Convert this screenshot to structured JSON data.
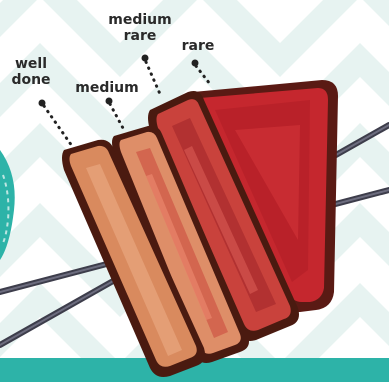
{
  "labels": {
    "well_done": [
      "well",
      "done"
    ],
    "medium": "medium",
    "medium_rare": [
      "medium",
      "rare"
    ],
    "rare": "rare"
  },
  "colors": {
    "background_pattern": "#e7f3f1",
    "teal": "#2db3a8",
    "skewer": "#4b4b5a",
    "outline": "#4a1a10",
    "well_done_meat": "#d98a5e",
    "medium_meat": "#de8e68",
    "medium_rare_meat": "#c9423c",
    "rare_meat": "#c5272e"
  }
}
